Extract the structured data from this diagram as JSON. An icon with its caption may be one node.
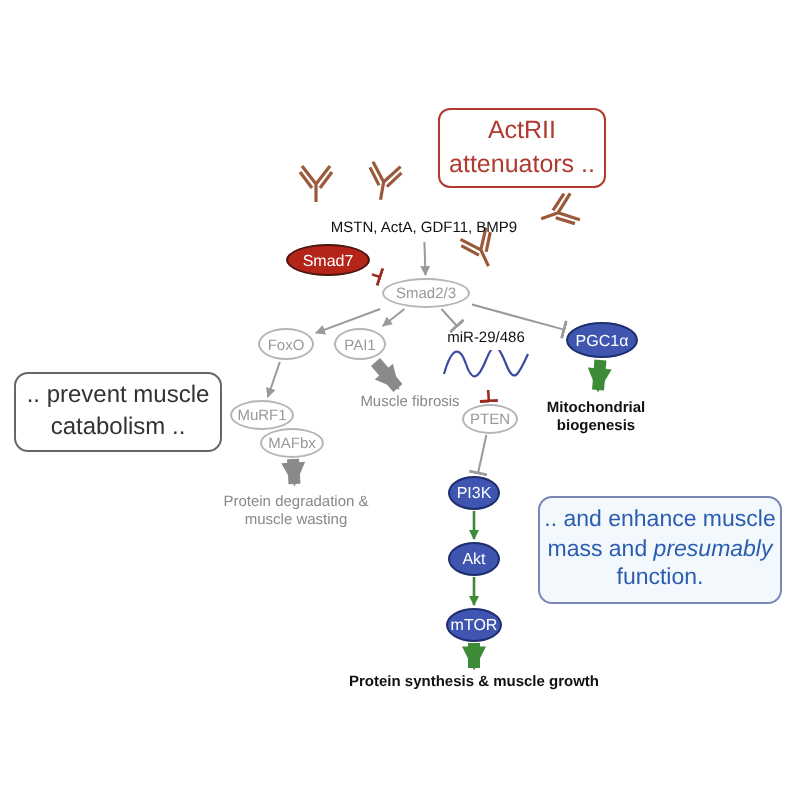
{
  "diagram": {
    "nodes": [
      {
        "text": [
          "ActRII attenuators .."
        ]
      },
      {
        "text": [
          "MSTN, ActA, GDF11, BMP9"
        ]
      },
      {
        "text": [
          "Smad7"
        ]
      },
      {
        "text": [
          "Smad2/3"
        ]
      },
      {
        "text": [
          "FoxO"
        ]
      },
      {
        "text": [
          "PAI1"
        ]
      },
      {
        "text": [
          "miR-29/486"
        ]
      },
      {
        "text": [
          "PGC1α"
        ]
      },
      {
        "text": [
          "MuRF1"
        ]
      },
      {
        "text": [
          "MAFbx"
        ]
      },
      {
        "text": [
          "Muscle fibrosis"
        ]
      },
      {
        "text": [
          "Mitochondrial biogenesis"
        ]
      },
      {
        "text": [
          "Protein degradation & muscle wasting"
        ]
      },
      {
        "text": [
          "PTEN"
        ]
      },
      {
        "text": [
          "PI3K"
        ]
      },
      {
        "text": [
          "Akt"
        ]
      },
      {
        "text": [
          "mTOR"
        ]
      },
      {
        "text": [
          "Protein synthesis & muscle growth"
        ]
      },
      {
        "text": [
          ".. prevent muscle catabolism .."
        ]
      },
      {
        "text": [
          ".. and enhance muscle mass and *presumably* function."
        ]
      }
    ],
    "edges": [
      {
        "from": 1,
        "to": 3,
        "arrow": "to"
      },
      {
        "from": 2,
        "to": 3,
        "arrow": "other",
        "color": "#9b2a20"
      },
      {
        "from": 3,
        "to": 4,
        "arrow": "to"
      },
      {
        "from": 3,
        "to": 5,
        "arrow": "to"
      },
      {
        "from": 3,
        "to": 6,
        "arrow": "other"
      },
      {
        "from": 3,
        "to": 7,
        "arrow": "other"
      },
      {
        "from": 4,
        "to": 8,
        "arrow": "to"
      },
      {
        "from": 9,
        "to": 12,
        "arrow": "to",
        "style": "thick",
        "color": "#8a8a8a"
      },
      {
        "from": 5,
        "to": 10,
        "arrow": "to",
        "style": "thick",
        "color": "#8a8a8a"
      },
      {
        "from": 7,
        "to": 11,
        "arrow": "to",
        "style": "thick",
        "color": "#3d8b37"
      },
      {
        "from": 6,
        "to": 13,
        "arrow": "other",
        "color": "#9b2a20"
      },
      {
        "from": 13,
        "to": 14,
        "arrow": "other"
      },
      {
        "from": 14,
        "to": 15,
        "arrow": "to",
        "color": "#3d8b37"
      },
      {
        "from": 15,
        "to": 16,
        "arrow": "to",
        "color": "#3d8b37"
      },
      {
        "from": 16,
        "to": 17,
        "arrow": "to",
        "style": "thick",
        "color": "#3d8b37"
      }
    ]
  }
}
